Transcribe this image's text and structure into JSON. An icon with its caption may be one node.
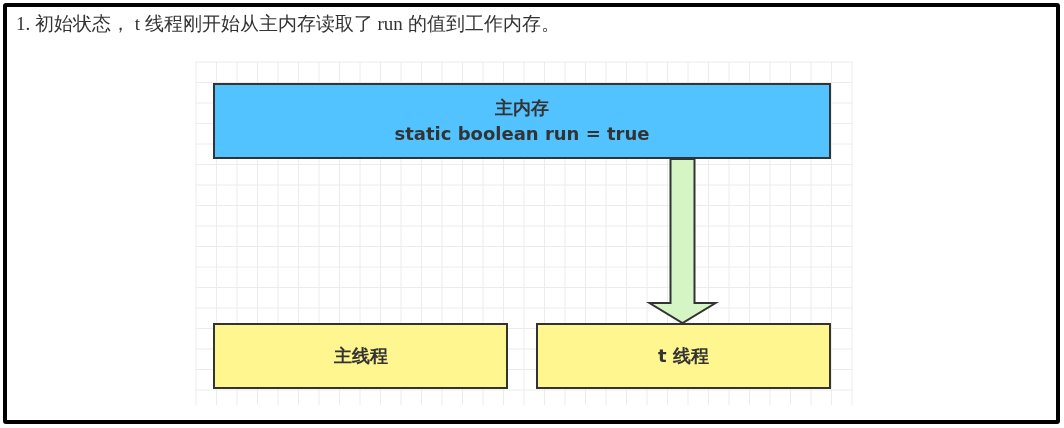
{
  "diagram": {
    "title": "1. 初始状态， t 线程刚开始从主内存读取了 run 的值到工作内存。",
    "nodes": [
      {
        "text": [
          "主内存",
          "static boolean run = true"
        ]
      },
      {
        "text": [
          "主线程"
        ]
      },
      {
        "text": [
          "t 线程"
        ]
      }
    ],
    "edges": [
      {
        "from": 0,
        "to": 2,
        "arrow": "to"
      }
    ]
  }
}
